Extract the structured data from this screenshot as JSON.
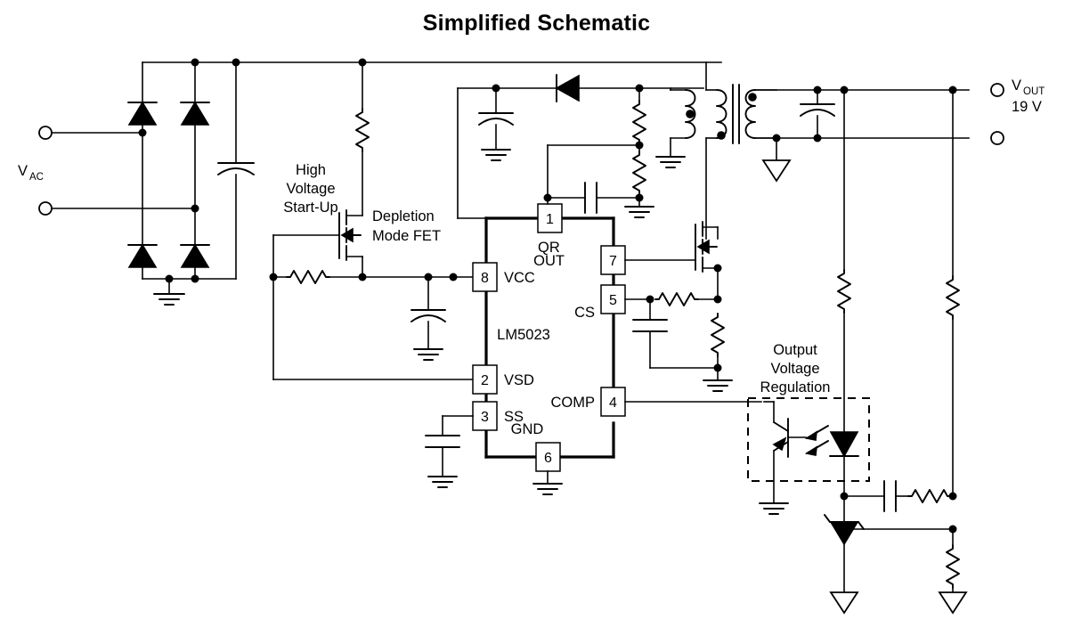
{
  "title": "Simplified Schematic",
  "labels": {
    "vac": "V",
    "vac_sub": "AC",
    "vout": "V",
    "vout_sub": "OUT",
    "vout_value": "19 V",
    "high_voltage_l1": "High",
    "high_voltage_l2": "Voltage",
    "high_voltage_l3": "Start-Up",
    "depletion_l1": "Depletion",
    "depletion_l2": "Mode FET",
    "ic_name": "LM5023",
    "ovr_l1": "Output",
    "ovr_l2": "Voltage",
    "ovr_l3": "Regulation"
  },
  "ic": {
    "part_number": "LM5023",
    "pins": [
      {
        "number": "1",
        "name": "QR"
      },
      {
        "number": "8",
        "name": "VCC"
      },
      {
        "number": "2",
        "name": "VSD"
      },
      {
        "number": "3",
        "name": "SS"
      },
      {
        "number": "6",
        "name": "GND"
      },
      {
        "number": "7",
        "name": "OUT"
      },
      {
        "number": "5",
        "name": "CS"
      },
      {
        "number": "4",
        "name": "COMP"
      }
    ]
  },
  "components": {
    "bridge_diodes": 4,
    "input_bulk_capacitor": 1,
    "startup_resistor": 1,
    "depletion_mode_fet": 1,
    "vcc_resistor": 1,
    "vcc_capacitor": 1,
    "ss_capacitor": 1,
    "aux_rectifier_diode": 1,
    "aux_capacitor": 1,
    "qr_divider_resistors": 2,
    "qr_capacitor": 1,
    "main_switch_fet": 1,
    "cs_filter_resistor": 1,
    "cs_filter_capacitor": 1,
    "current_sense_resistor": 1,
    "transformer_windings": 3,
    "output_capacitor": 1,
    "optocoupler": 1,
    "feedback_divider_resistors": 2,
    "compensation_rc": 1,
    "shunt_reference": 1
  },
  "colors": {
    "background": "#ffffff",
    "line": "#000000",
    "text": "#000000"
  }
}
